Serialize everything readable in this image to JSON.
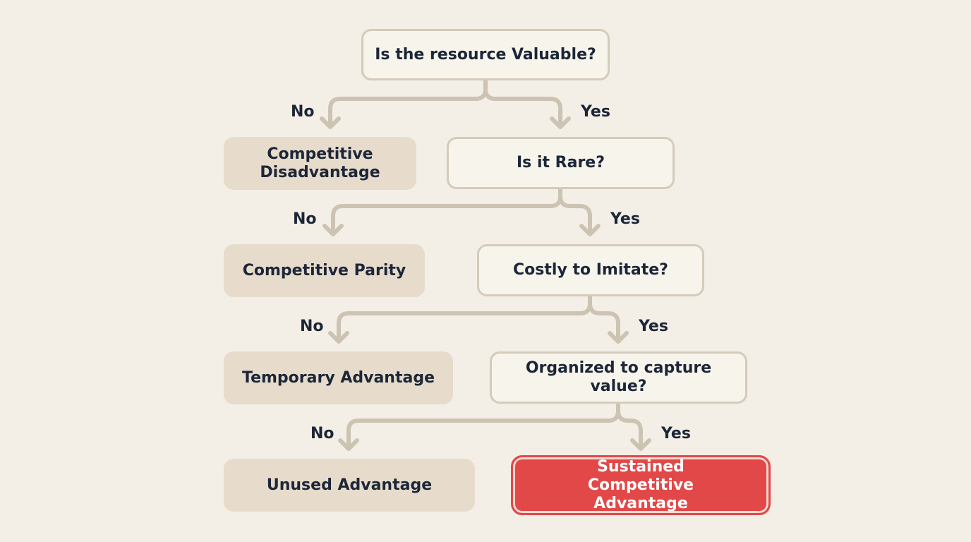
{
  "nodes": {
    "q_valuable": "Is the resource Valuable?",
    "q_rare": "Is it Rare?",
    "q_imitate": "Costly to Imitate?",
    "q_organized": "Organized to capture value?",
    "o_disadvantage": "Competitive Disadvantage",
    "o_parity": "Competitive Parity",
    "o_temporary": "Temporary Advantage",
    "o_unused": "Unused Advantage",
    "o_sustained": "Sustained Competitive Advantage"
  },
  "labels": {
    "no_1": "No",
    "yes_1": "Yes",
    "no_2": "No",
    "yes_2": "Yes",
    "no_3": "No",
    "yes_3": "Yes",
    "no_4": "No",
    "yes_4": "Yes"
  },
  "colors": {
    "background": "#f3efe6",
    "connector": "#cdc3b2",
    "question_border": "#d5cbbb",
    "outcome_fill": "#e7dccb",
    "highlight": "#e24848",
    "text": "#1c2638"
  }
}
